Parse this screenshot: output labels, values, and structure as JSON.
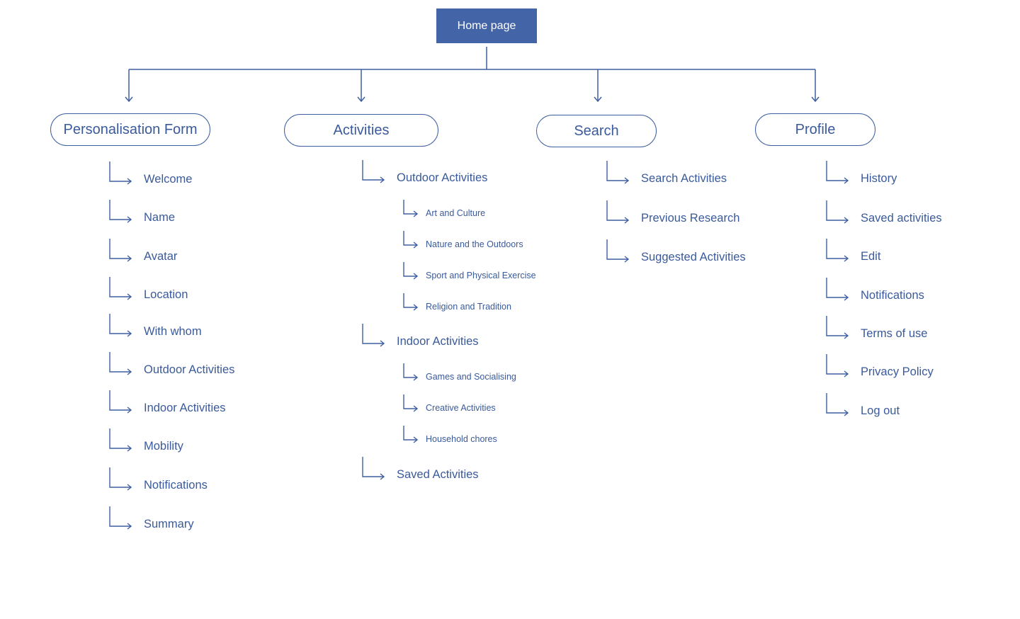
{
  "colors": {
    "accent": "#4364a6",
    "line": "#3e5fa0",
    "text": "#3a5a9b",
    "root_text": "#ffffff"
  },
  "root": {
    "label": "Home page"
  },
  "sections": [
    {
      "id": "personalisation-form",
      "label": "Personalisation Form",
      "items": [
        {
          "label": "Welcome"
        },
        {
          "label": "Name"
        },
        {
          "label": "Avatar"
        },
        {
          "label": "Location"
        },
        {
          "label": "With whom"
        },
        {
          "label": "Outdoor Activities"
        },
        {
          "label": "Indoor Activities"
        },
        {
          "label": "Mobility"
        },
        {
          "label": "Notifications"
        },
        {
          "label": "Summary"
        }
      ]
    },
    {
      "id": "activities",
      "label": "Activities",
      "items": [
        {
          "label": "Outdoor Activities",
          "children": [
            {
              "label": "Art and Culture"
            },
            {
              "label": "Nature and the Outdoors"
            },
            {
              "label": "Sport and Physical Exercise"
            },
            {
              "label": "Religion and Tradition"
            }
          ]
        },
        {
          "label": "Indoor Activities",
          "children": [
            {
              "label": "Games and Socialising"
            },
            {
              "label": "Creative Activities"
            },
            {
              "label": "Household chores"
            }
          ]
        },
        {
          "label": "Saved Activities"
        }
      ]
    },
    {
      "id": "search",
      "label": "Search",
      "items": [
        {
          "label": "Search Activities"
        },
        {
          "label": "Previous Research"
        },
        {
          "label": "Suggested Activities"
        }
      ]
    },
    {
      "id": "profile",
      "label": "Profile",
      "items": [
        {
          "label": "History"
        },
        {
          "label": "Saved activities"
        },
        {
          "label": "Edit"
        },
        {
          "label": "Notifications"
        },
        {
          "label": "Terms of use"
        },
        {
          "label": "Privacy Policy"
        },
        {
          "label": "Log out"
        }
      ]
    }
  ]
}
